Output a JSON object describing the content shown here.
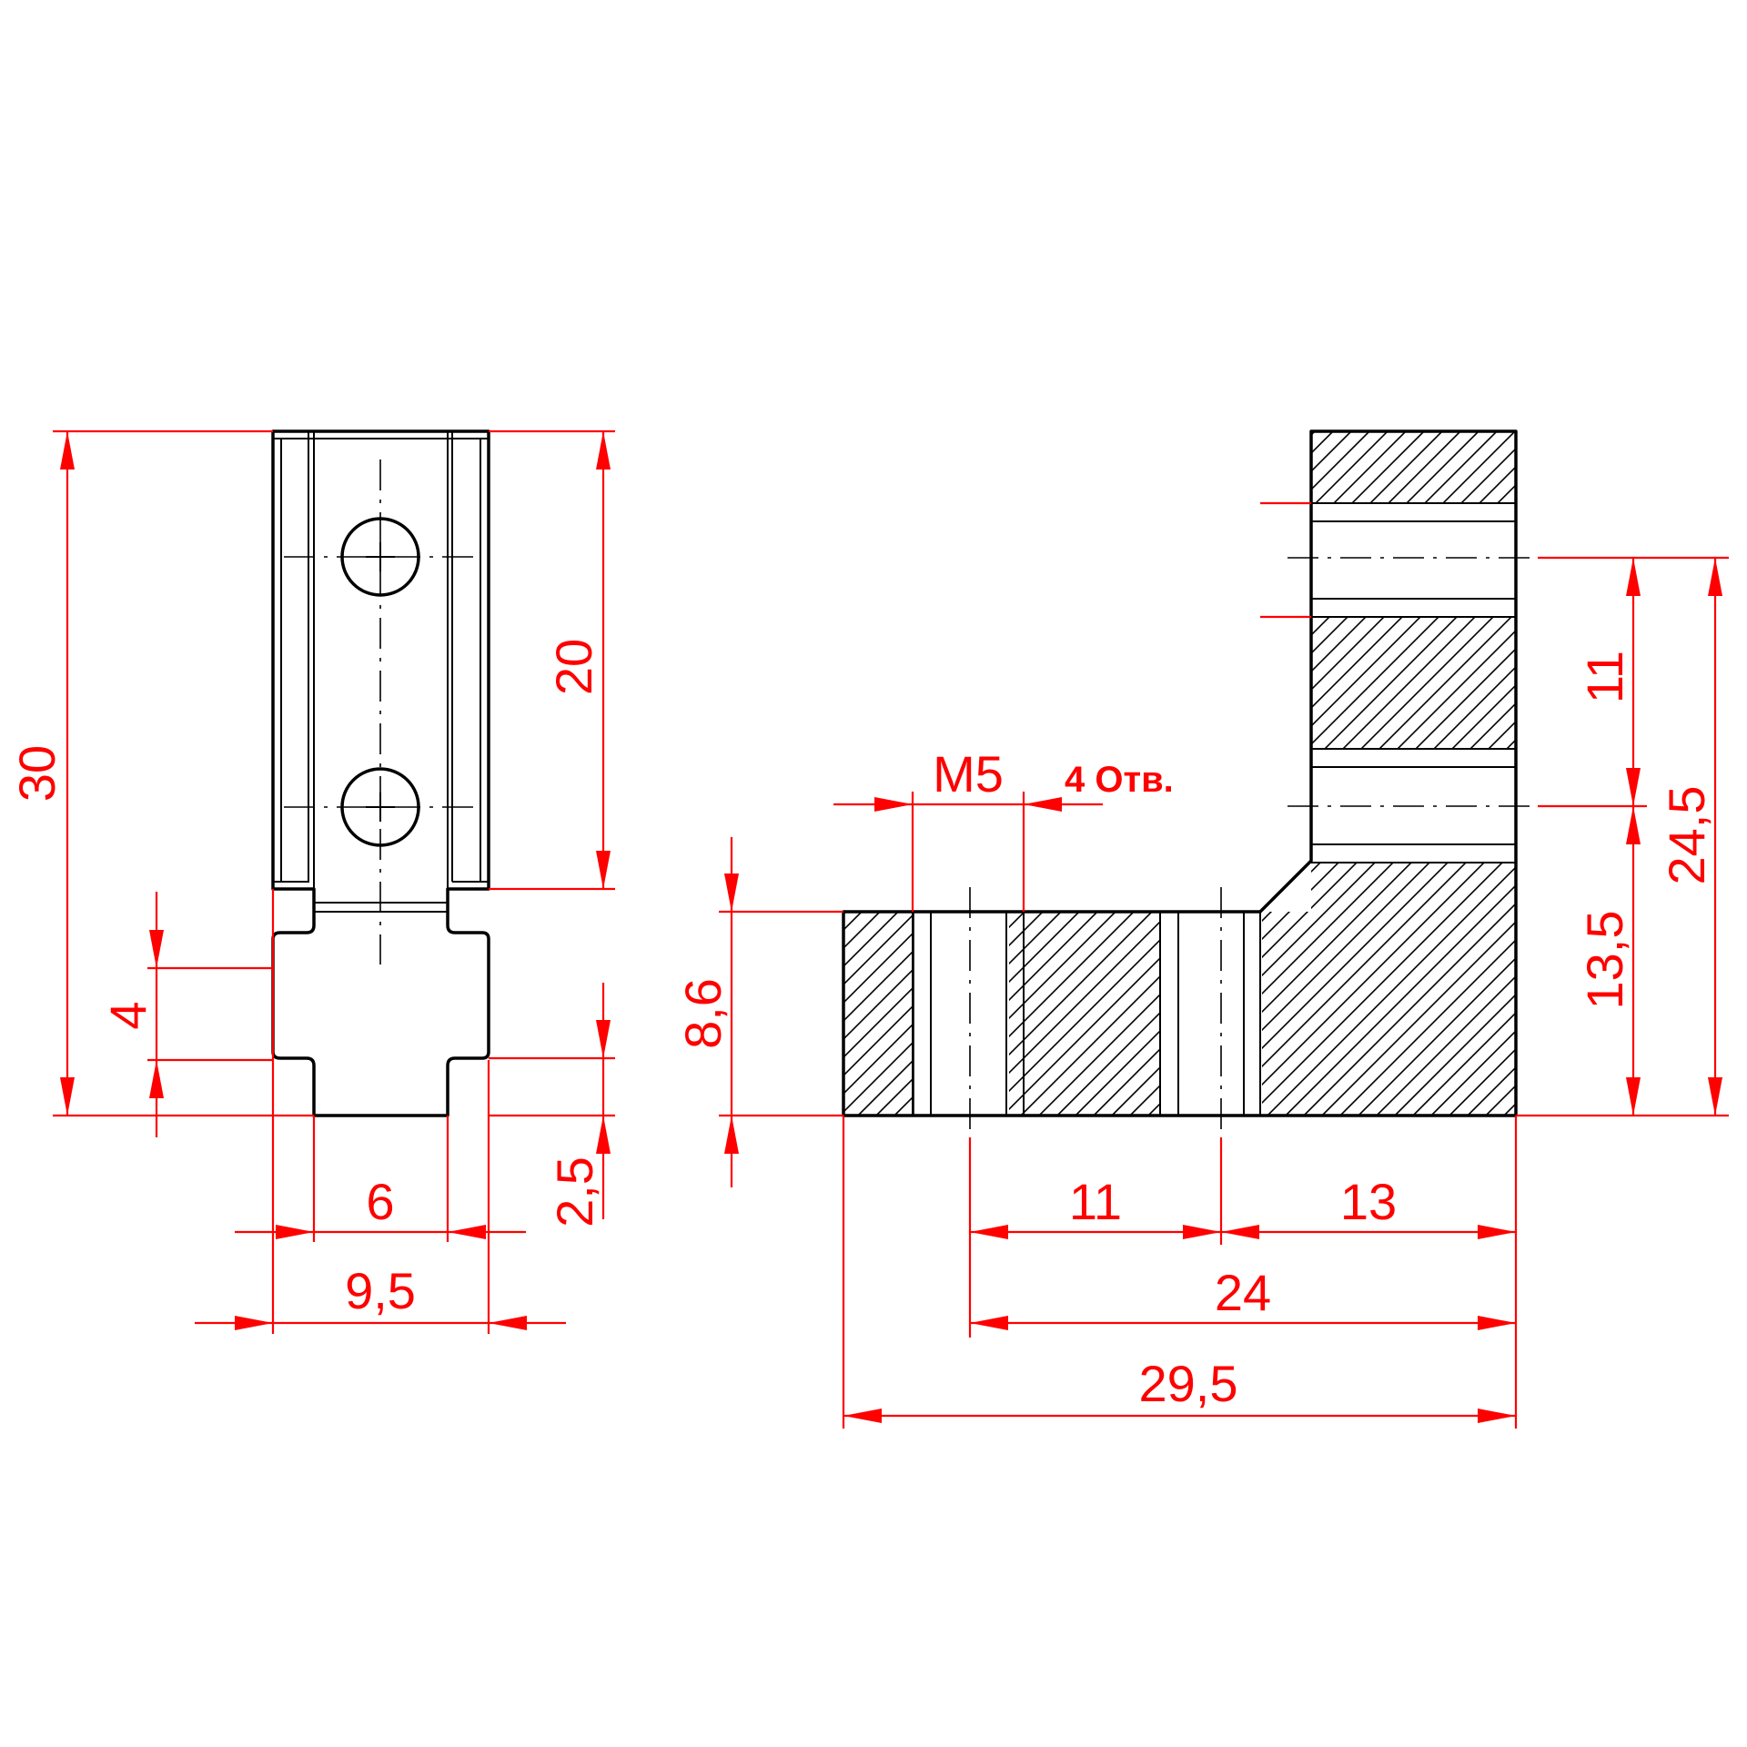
{
  "dimensions": {
    "height_30": "30",
    "height_20": "20",
    "slot_4": "4",
    "offset_2_5": "2,5",
    "width_6": "6",
    "width_9_5": "9,5",
    "thread_m5": "M5",
    "holes_note": "4 Отв.",
    "height_8_6": "8,6",
    "pitch_11_vertical": "11",
    "height_13_5": "13,5",
    "height_24_5": "24,5",
    "pitch_11_horizontal": "11",
    "width_13": "13",
    "width_24": "24",
    "width_29_5": "29,5"
  },
  "colors": {
    "outline": "#000000",
    "dimension": "#ff0000"
  }
}
